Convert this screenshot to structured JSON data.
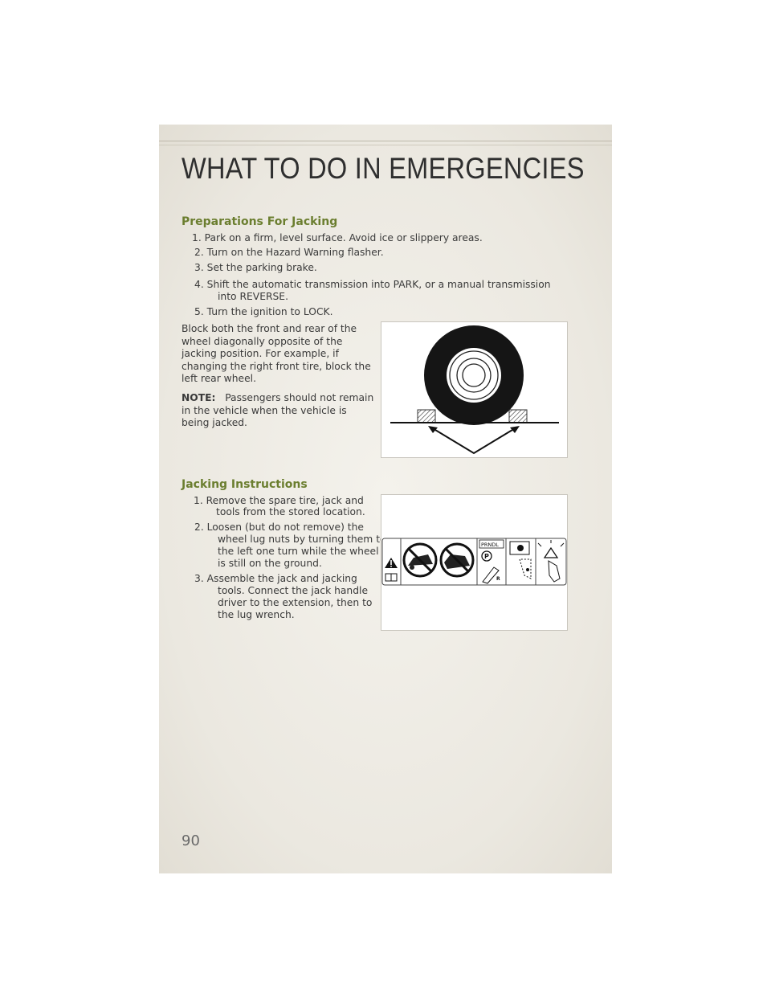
{
  "header": {
    "title": "WHAT TO DO IN EMERGENCIES"
  },
  "section1": {
    "heading": "Preparations For Jacking",
    "steps": [
      "1.  Park on a firm, level surface. Avoid ice or slippery areas.",
      "2.  Turn on the Hazard Warning flasher.",
      "3.  Set the parking brake.",
      "4.  Shift the automatic transmission into PARK, or a manual transmission",
      "into REVERSE.",
      "5.  Turn the ignition to LOCK."
    ],
    "block_text": [
      "Block both the front and rear of the",
      "wheel diagonally opposite of the",
      "jacking position. For example, if",
      "changing the right front tire, block the",
      "left rear wheel."
    ],
    "note_label": "NOTE:",
    "note_text": [
      "Passengers should not remain",
      "in the vehicle when the vehicle is",
      "being jacked."
    ]
  },
  "section2": {
    "heading": "Jacking Instructions",
    "steps": [
      "1.  Remove the spare tire, jack and",
      "tools from the stored location.",
      "2.  Loosen (but do not remove) the",
      "wheel lug nuts by turning them to",
      "the left one turn while the wheel",
      "is still on the ground.",
      "3.  Assemble the jack and jacking",
      "tools. Connect the jack handle",
      "driver to the extension, then to",
      "the lug wrench."
    ]
  },
  "figure2": {
    "gear_label": "PRNDL"
  },
  "footer": {
    "page_number": "90"
  }
}
